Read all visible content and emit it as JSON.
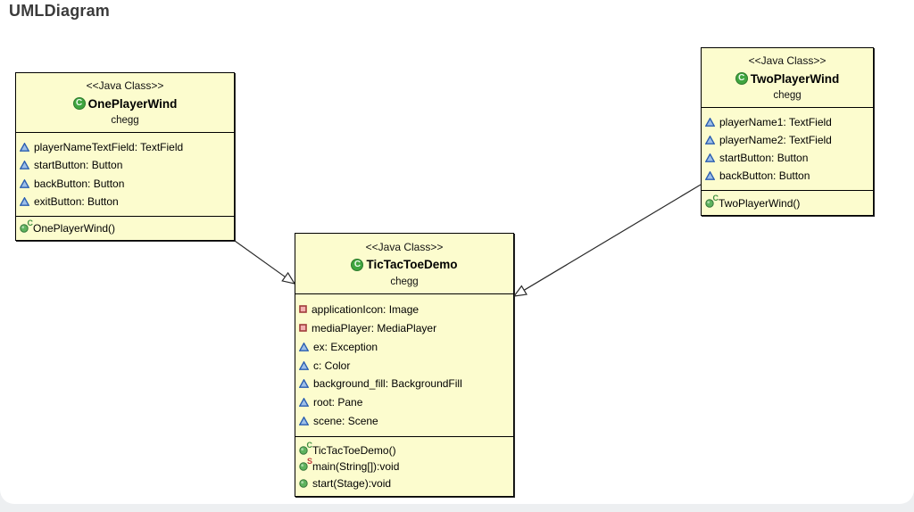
{
  "page": {
    "title": "UMLDiagram"
  },
  "colors": {
    "box_fill": "#fcfcce",
    "box_border": "#000000",
    "class_icon_green": "#3fa53f",
    "method_ball_green": "#5eb35e",
    "field_triangle_blue": "#2a5db0",
    "field_square_red": "#a03b3b",
    "constructor_sup": "#3f8f3f",
    "static_sup": "#c03a3a",
    "title_text": "#3b3b3b"
  },
  "icons": {
    "class": "green-circle-C-icon",
    "package_field": "blue-triangle-icon",
    "private_field": "red-square-icon",
    "public_method": "green-ball-icon",
    "constructor_method": "green-ball-C-sup-icon",
    "static_method": "green-ball-S-sup-icon"
  },
  "diagram": {
    "classes": [
      {
        "id": "OnePlayerWind",
        "stereotype": "<<Java Class>>",
        "name": "OnePlayerWind",
        "package": "chegg",
        "attributes": [
          {
            "visibility": "package",
            "label": "playerNameTextField: TextField"
          },
          {
            "visibility": "package",
            "label": "startButton: Button"
          },
          {
            "visibility": "package",
            "label": "backButton: Button"
          },
          {
            "visibility": "package",
            "label": "exitButton: Button"
          }
        ],
        "methods": [
          {
            "kind": "constructor",
            "label": "OnePlayerWind()"
          }
        ]
      },
      {
        "id": "TwoPlayerWind",
        "stereotype": "<<Java Class>>",
        "name": "TwoPlayerWind",
        "package": "chegg",
        "attributes": [
          {
            "visibility": "package",
            "label": "playerName1: TextField"
          },
          {
            "visibility": "package",
            "label": "playerName2: TextField"
          },
          {
            "visibility": "package",
            "label": "startButton: Button"
          },
          {
            "visibility": "package",
            "label": "backButton: Button"
          }
        ],
        "methods": [
          {
            "kind": "constructor",
            "label": "TwoPlayerWind()"
          }
        ]
      },
      {
        "id": "TicTacToeDemo",
        "stereotype": "<<Java Class>>",
        "name": "TicTacToeDemo",
        "package": "chegg",
        "attributes": [
          {
            "visibility": "private",
            "label": "applicationIcon: Image"
          },
          {
            "visibility": "private",
            "label": "mediaPlayer: MediaPlayer"
          },
          {
            "visibility": "package",
            "label": "ex: Exception"
          },
          {
            "visibility": "package",
            "label": "c: Color"
          },
          {
            "visibility": "package",
            "label": "background_fill: BackgroundFill"
          },
          {
            "visibility": "package",
            "label": "root: Pane"
          },
          {
            "visibility": "package",
            "label": "scene: Scene"
          }
        ],
        "methods": [
          {
            "kind": "constructor",
            "label": "TicTacToeDemo()"
          },
          {
            "kind": "static",
            "label": "main(String[]):void"
          },
          {
            "kind": "public",
            "label": "start(Stage):void"
          }
        ]
      }
    ],
    "connections": [
      {
        "from": "OnePlayerWind",
        "to": "TicTacToeDemo",
        "line": "solid",
        "head": "hollow-triangle"
      },
      {
        "from": "TwoPlayerWind",
        "to": "TicTacToeDemo",
        "line": "solid",
        "head": "hollow-triangle"
      }
    ]
  }
}
